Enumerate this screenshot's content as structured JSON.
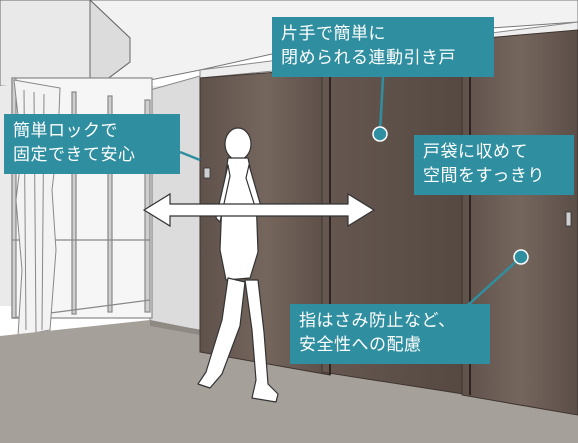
{
  "callouts": {
    "one_hand": [
      "片手で簡単に",
      "閉められる連動引き戸"
    ],
    "lock": [
      "簡単ロックで",
      "固定できて安心"
    ],
    "storage": [
      "戸袋に収めて",
      "空間をすっきり"
    ],
    "safety": [
      "指はさみ防止など、",
      "安全性への配慮"
    ]
  },
  "colors": {
    "callout_bg": "#2f8fa0",
    "door": "#6a5b52",
    "floor": "#a6a09b",
    "wall": "#ececec"
  }
}
